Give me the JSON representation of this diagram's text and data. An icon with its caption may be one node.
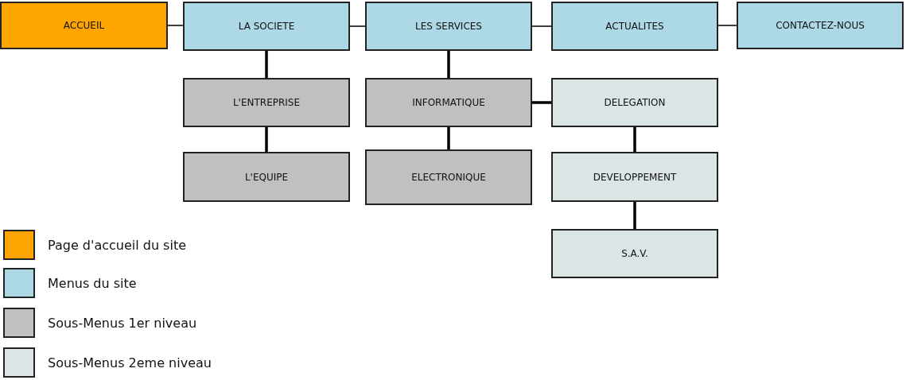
{
  "diagram": {
    "nodes": [
      {
        "text": [
          "ACCUEIL"
        ]
      },
      {
        "text": [
          "LA SOCIETE"
        ]
      },
      {
        "text": [
          "LES SERVICES"
        ]
      },
      {
        "text": [
          "ACTUALITES"
        ]
      },
      {
        "text": [
          "CONTACTEZ-NOUS"
        ]
      },
      {
        "text": [
          "L'ENTREPRISE"
        ]
      },
      {
        "text": [
          "INFORMATIQUE"
        ]
      },
      {
        "text": [
          "DELEGATION"
        ]
      },
      {
        "text": [
          "L'EQUIPE"
        ]
      },
      {
        "text": [
          "ELECTRONIQUE"
        ]
      },
      {
        "text": [
          "DEVELOPPEMENT"
        ]
      },
      {
        "text": [
          "S.A.V."
        ]
      }
    ],
    "edges": [
      {
        "from": 0,
        "to": 1,
        "arrow": "none"
      },
      {
        "from": 1,
        "to": 2,
        "arrow": "none"
      },
      {
        "from": 2,
        "to": 3,
        "arrow": "none"
      },
      {
        "from": 3,
        "to": 4,
        "arrow": "none"
      },
      {
        "from": 1,
        "to": 5,
        "arrow": "none"
      },
      {
        "from": 5,
        "to": 8,
        "arrow": "none"
      },
      {
        "from": 2,
        "to": 6,
        "arrow": "none"
      },
      {
        "from": 6,
        "to": 9,
        "arrow": "none"
      },
      {
        "from": 6,
        "to": 7,
        "arrow": "none"
      },
      {
        "from": 7,
        "to": 10,
        "arrow": "none"
      },
      {
        "from": 10,
        "to": 11,
        "arrow": "none"
      }
    ],
    "legend": [
      {
        "text": "Page d'accueil du site",
        "color": "#ffa500"
      },
      {
        "text": "Menus du site",
        "color": "#add8e6"
      },
      {
        "text": "Sous-Menus 1er niveau",
        "color": "#c0c0c0"
      },
      {
        "text": "Sous-Menus 2eme niveau",
        "color": "#dce5e5"
      }
    ]
  }
}
